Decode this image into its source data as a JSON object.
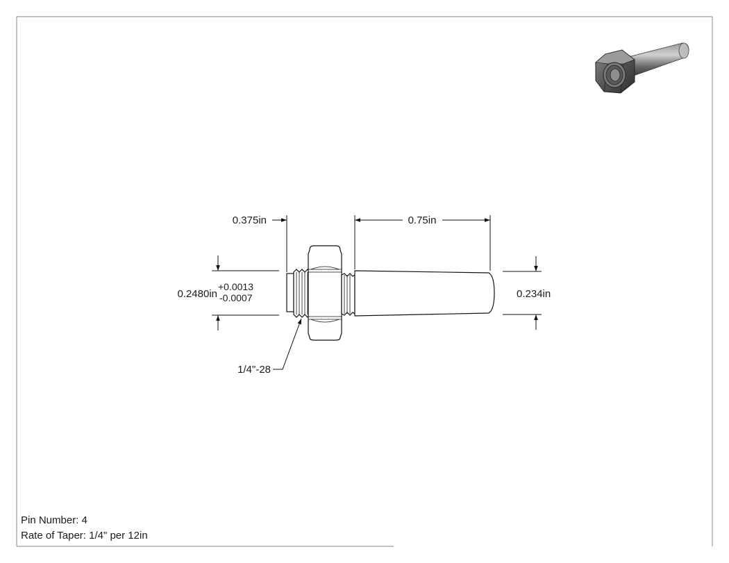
{
  "dimensions": {
    "thread_length": "0.375in",
    "pin_length": "0.75in",
    "base_diameter": "0.2480in",
    "tol_plus": "+0.0013",
    "tol_minus": "-0.0007",
    "tip_diameter": "0.234in",
    "thread_callout": "1/4\"-28"
  },
  "notes": {
    "pin_number": "Pin Number: 4",
    "taper_rate": "Rate of Taper: 1/4\" per 12in"
  },
  "colors": {
    "line": "#111111",
    "border": "#888888",
    "iso_dark": "#3a3a3a",
    "iso_mid": "#6e6e6e",
    "iso_light": "#a9a9a9"
  }
}
